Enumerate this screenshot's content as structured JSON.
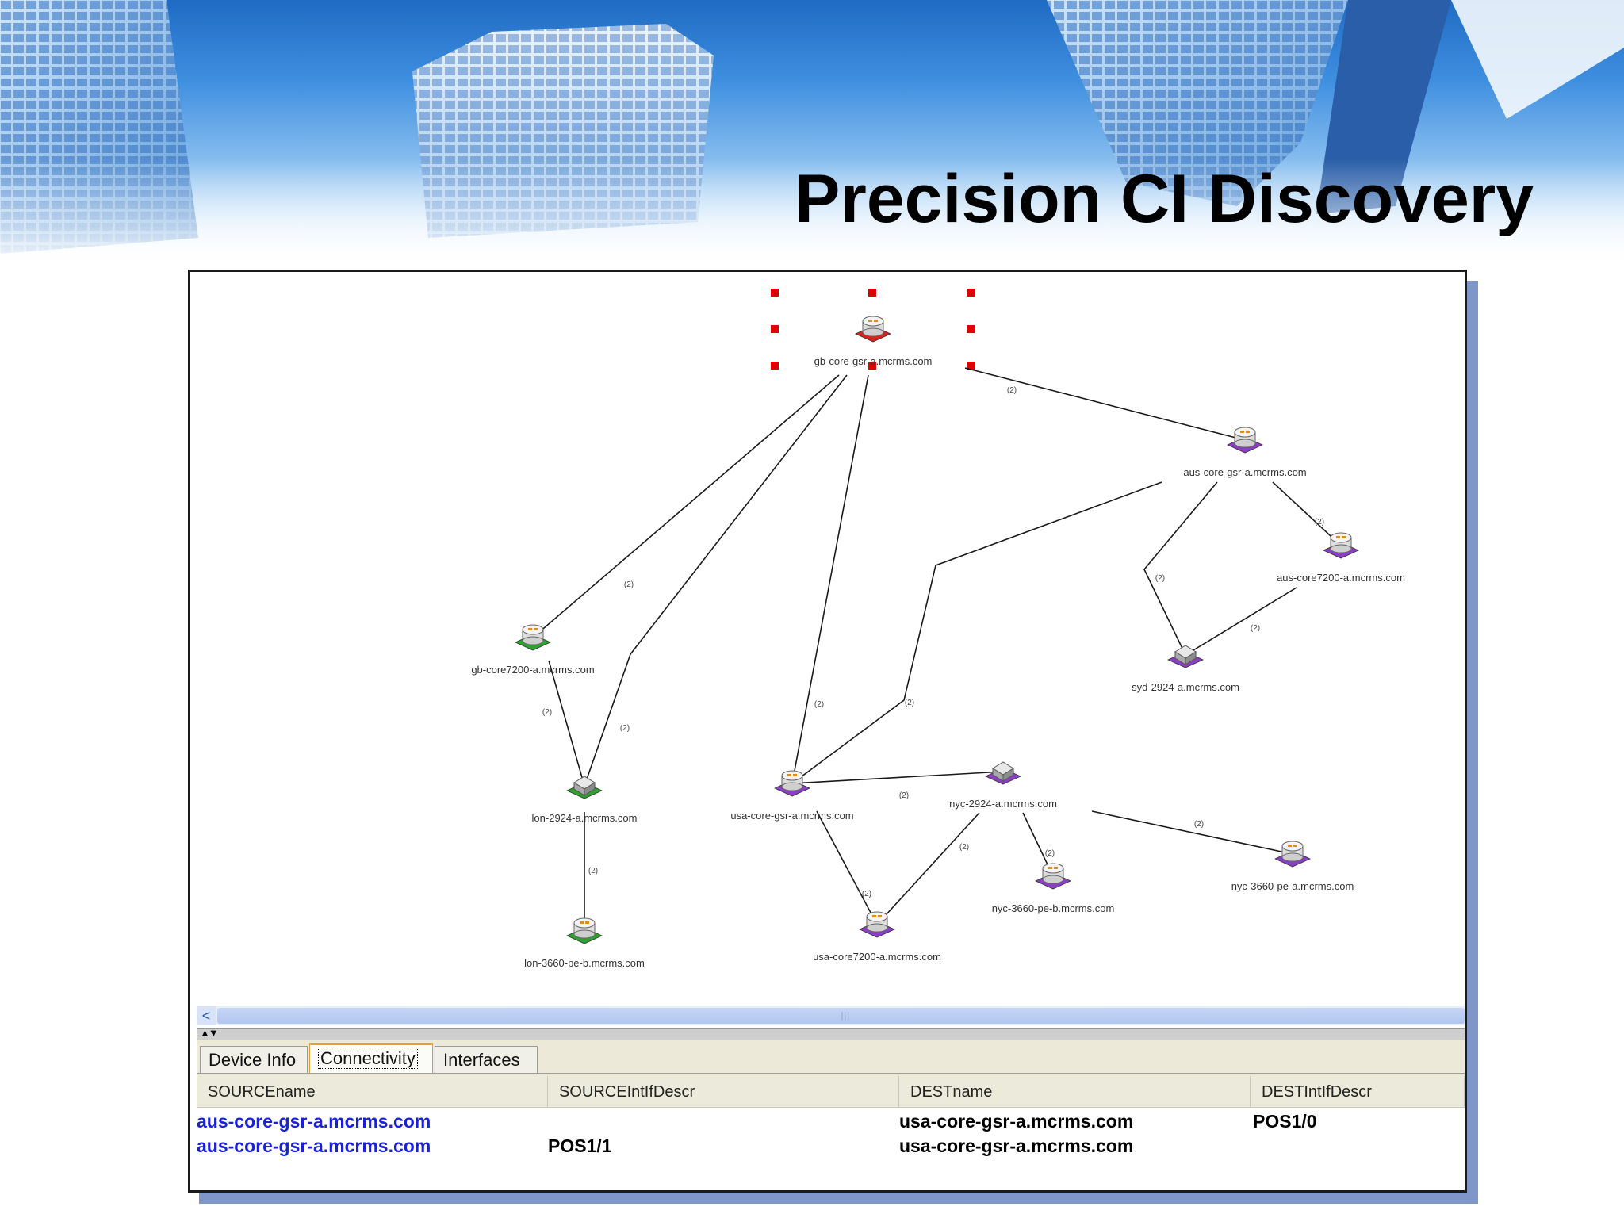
{
  "slide": {
    "title": "Precision CI Discovery"
  },
  "nodes": [
    {
      "id": "gb-core-gsr",
      "label": "gb-core-gsr-a.mcrms.com",
      "color": "#d9241c",
      "kind": "router",
      "selected": true
    },
    {
      "id": "aus-core-gsr",
      "label": "aus-core-gsr-a.mcrms.com",
      "color": "#8b3fc4",
      "kind": "router"
    },
    {
      "id": "aus-core7200",
      "label": "aus-core7200-a.mcrms.com",
      "color": "#8b3fc4",
      "kind": "router"
    },
    {
      "id": "syd-2924",
      "label": "syd-2924-a.mcrms.com",
      "color": "#8b3fc4",
      "kind": "switch"
    },
    {
      "id": "gb-core7200",
      "label": "gb-core7200-a.mcrms.com",
      "color": "#2ea12e",
      "kind": "router"
    },
    {
      "id": "lon-2924",
      "label": "lon-2924-a.mcrms.com",
      "color": "#2ea12e",
      "kind": "switch"
    },
    {
      "id": "lon-3660",
      "label": "lon-3660-pe-b.mcrms.com",
      "color": "#2ea12e",
      "kind": "router"
    },
    {
      "id": "usa-core-gsr",
      "label": "usa-core-gsr-a.mcrms.com",
      "color": "#8b3fc4",
      "kind": "router"
    },
    {
      "id": "nyc-2924",
      "label": "nyc-2924-a.mcrms.com",
      "color": "#8b3fc4",
      "kind": "switch"
    },
    {
      "id": "usa-core7200",
      "label": "usa-core7200-a.mcrms.com",
      "color": "#8b3fc4",
      "kind": "router"
    },
    {
      "id": "nyc-3660-b",
      "label": "nyc-3660-pe-b.mcrms.com",
      "color": "#8b3fc4",
      "kind": "router"
    },
    {
      "id": "nyc-3660-a",
      "label": "nyc-3660-pe-a.mcrms.com",
      "color": "#8b3fc4",
      "kind": "router"
    }
  ],
  "edges": [
    {
      "from": "gb-core-gsr",
      "to": "aus-core-gsr",
      "label": "(2)"
    },
    {
      "from": "gb-core-gsr",
      "to": "gb-core7200",
      "label": "(2)"
    },
    {
      "from": "gb-core-gsr",
      "to": "lon-2924",
      "label": "(2)"
    },
    {
      "from": "gb-core-gsr",
      "to": "usa-core-gsr",
      "label": "(2)"
    },
    {
      "from": "aus-core-gsr",
      "to": "usa-core-gsr",
      "label": "(2)"
    },
    {
      "from": "aus-core-gsr",
      "to": "syd-2924",
      "label": "(2)"
    },
    {
      "from": "aus-core-gsr",
      "to": "aus-core7200",
      "label": "(2)"
    },
    {
      "from": "aus-core7200",
      "to": "syd-2924",
      "label": "(2)"
    },
    {
      "from": "gb-core7200",
      "to": "lon-2924",
      "label": "(2)"
    },
    {
      "from": "lon-2924",
      "to": "lon-3660",
      "label": "(2)"
    },
    {
      "from": "usa-core-gsr",
      "to": "nyc-2924",
      "label": "(2)"
    },
    {
      "from": "usa-core-gsr",
      "to": "usa-core7200",
      "label": "(2)"
    },
    {
      "from": "nyc-2924",
      "to": "usa-core7200",
      "label": "(2)"
    },
    {
      "from": "nyc-2924",
      "to": "nyc-3660-b",
      "label": "(2)"
    },
    {
      "from": "nyc-2924",
      "to": "nyc-3660-a",
      "label": "(2)"
    }
  ],
  "tabs": [
    {
      "label": "Device Info",
      "active": false
    },
    {
      "label": "Connectivity",
      "active": true
    },
    {
      "label": "Interfaces",
      "active": false
    }
  ],
  "grid": {
    "columns": [
      "SOURCEname",
      "SOURCEIntIfDescr",
      "DESTname",
      "DESTIntIfDescr"
    ],
    "rows": [
      [
        "aus-core-gsr-a.mcrms.com",
        "",
        "usa-core-gsr-a.mcrms.com",
        "POS1/0"
      ],
      [
        "aus-core-gsr-a.mcrms.com",
        "POS1/1",
        "usa-core-gsr-a.mcrms.com",
        ""
      ]
    ]
  },
  "scrollbar": {
    "left_arrow": "<",
    "grip": "|||"
  },
  "splitter": {
    "arrows": "▲▼"
  },
  "colors": {
    "link_text": "#1a22d6",
    "selection_handle": "#e00000",
    "frame_shadow": "#7f97c8"
  }
}
